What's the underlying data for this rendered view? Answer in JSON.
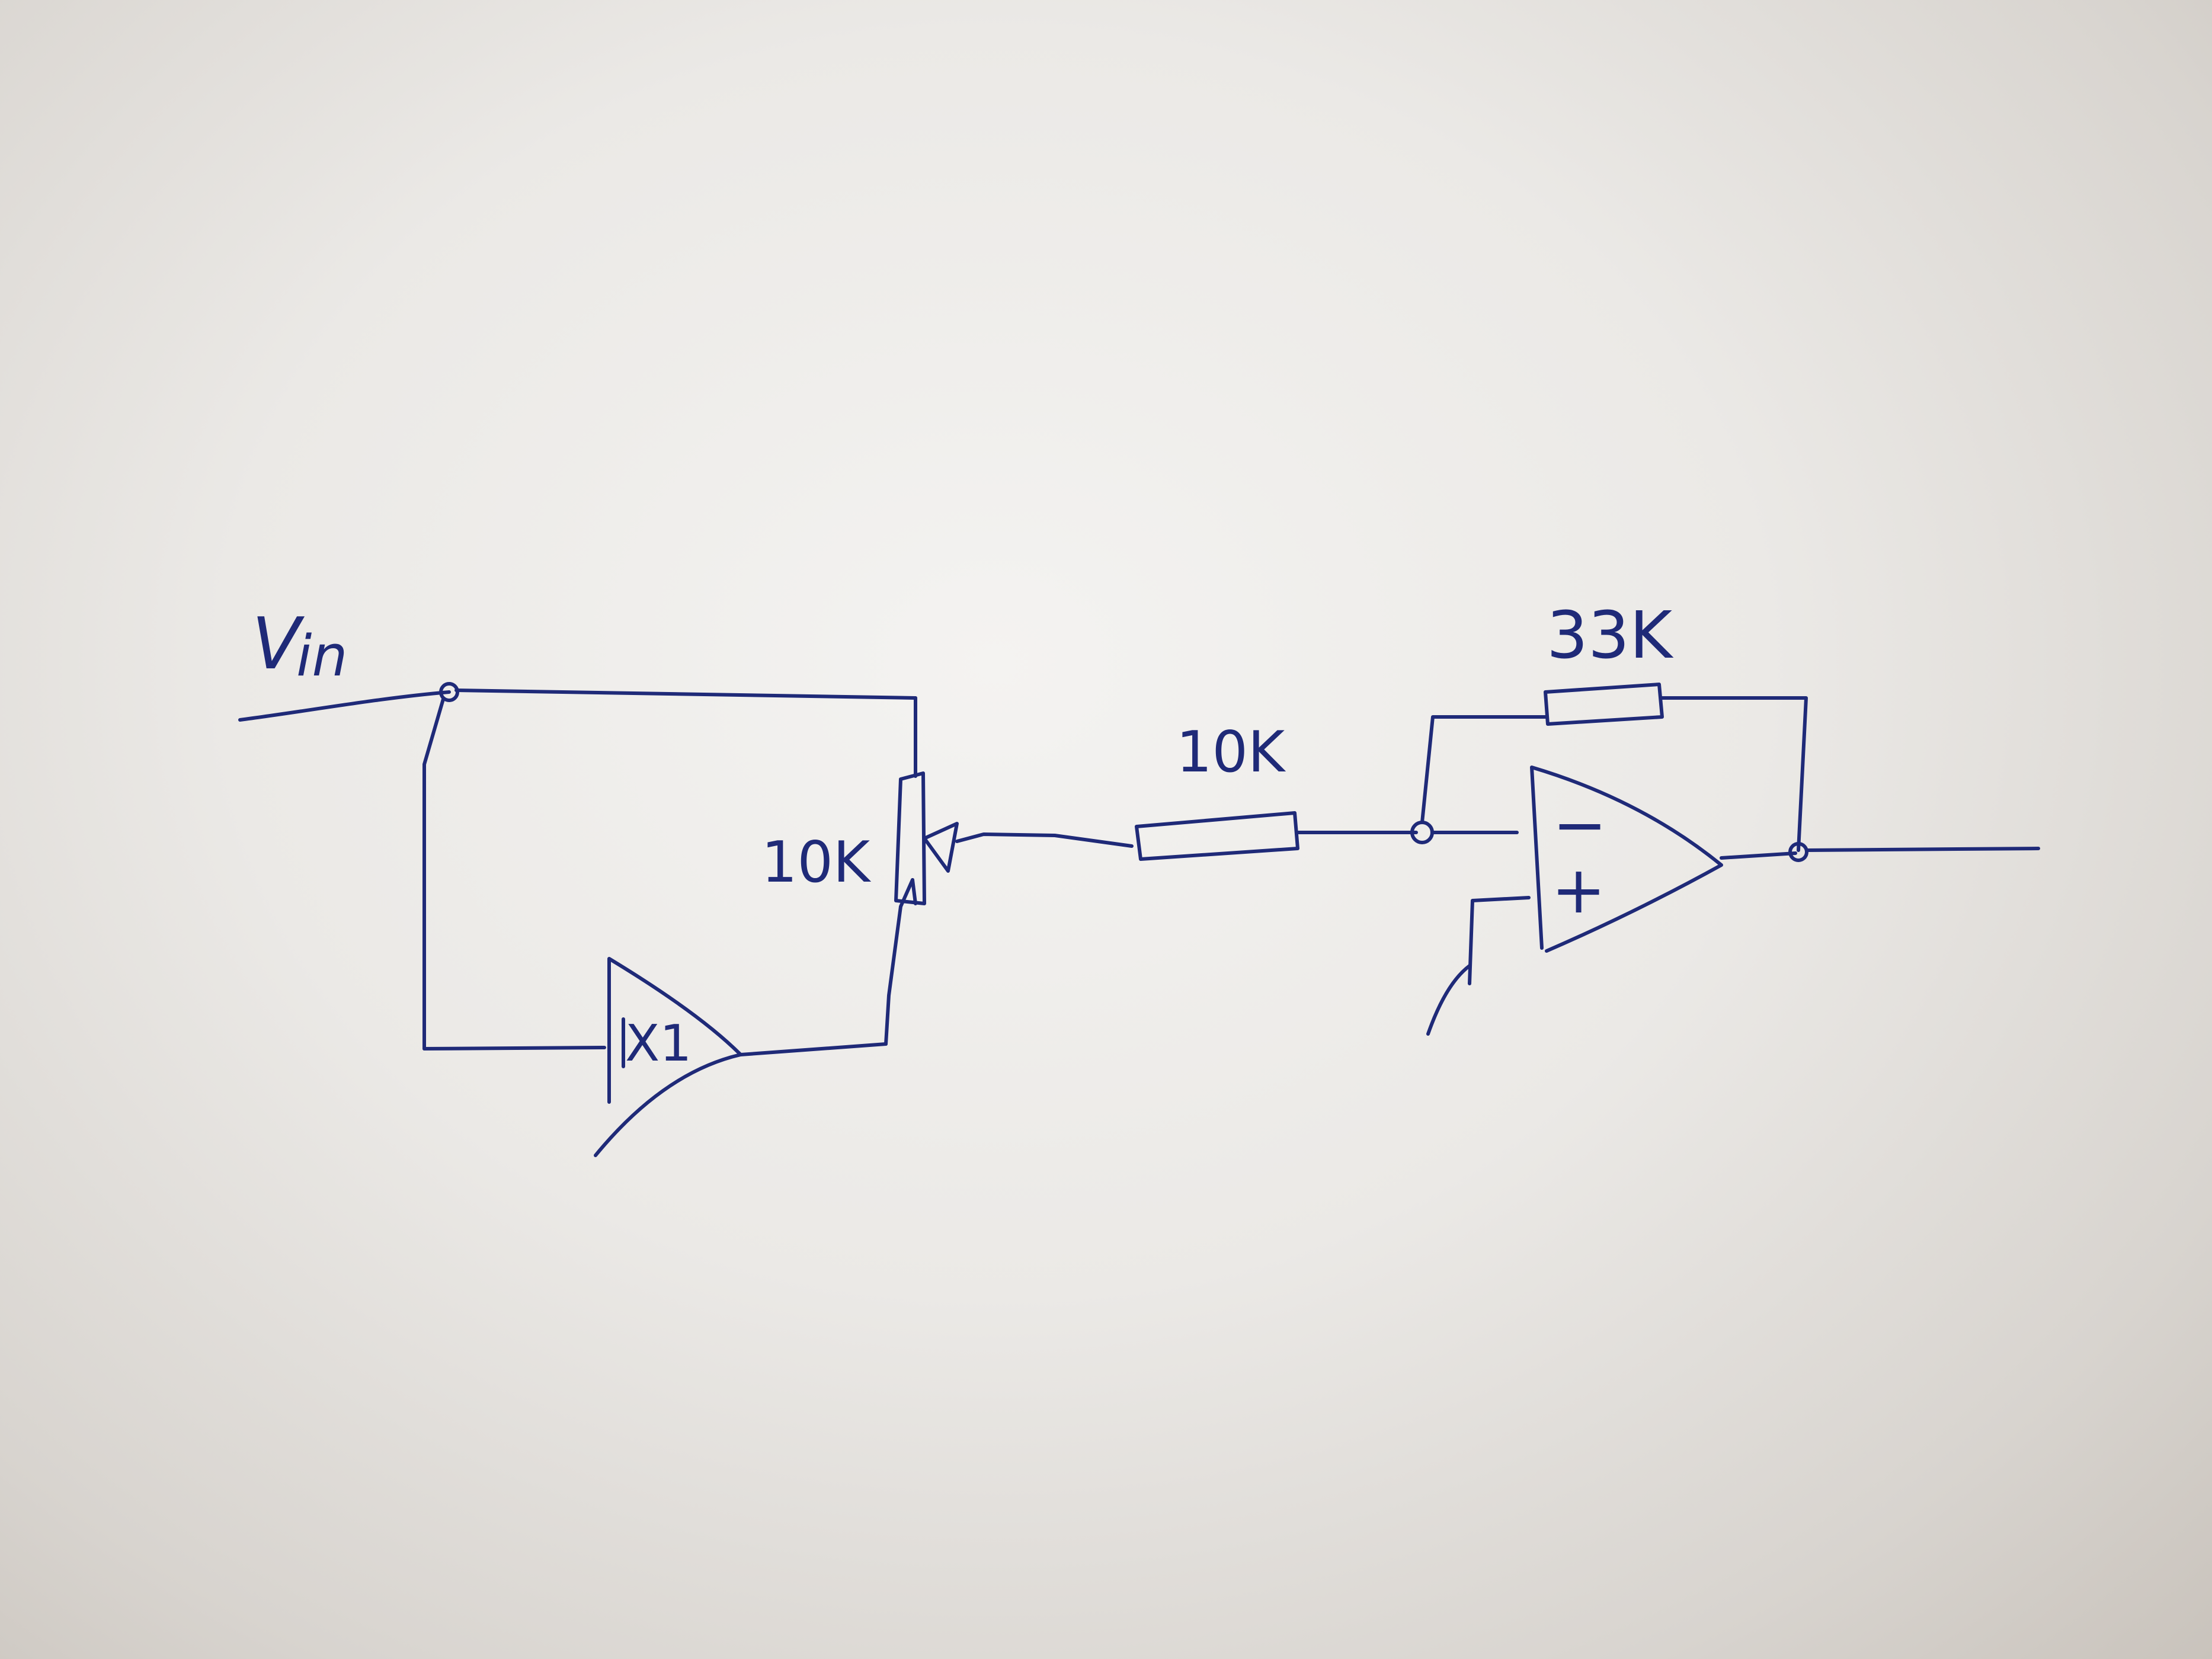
{
  "diagram": {
    "ink_color": "#1f2a78",
    "paper_color": "#ecebe8",
    "labels": {
      "input": "V",
      "input_sub": "in",
      "pot_value": "10K",
      "series_resistor_value": "10K",
      "feedback_resistor_value": "33K",
      "buffer_gain": "X1",
      "opamp_inverting": "−",
      "opamp_noninverting": "+"
    }
  }
}
